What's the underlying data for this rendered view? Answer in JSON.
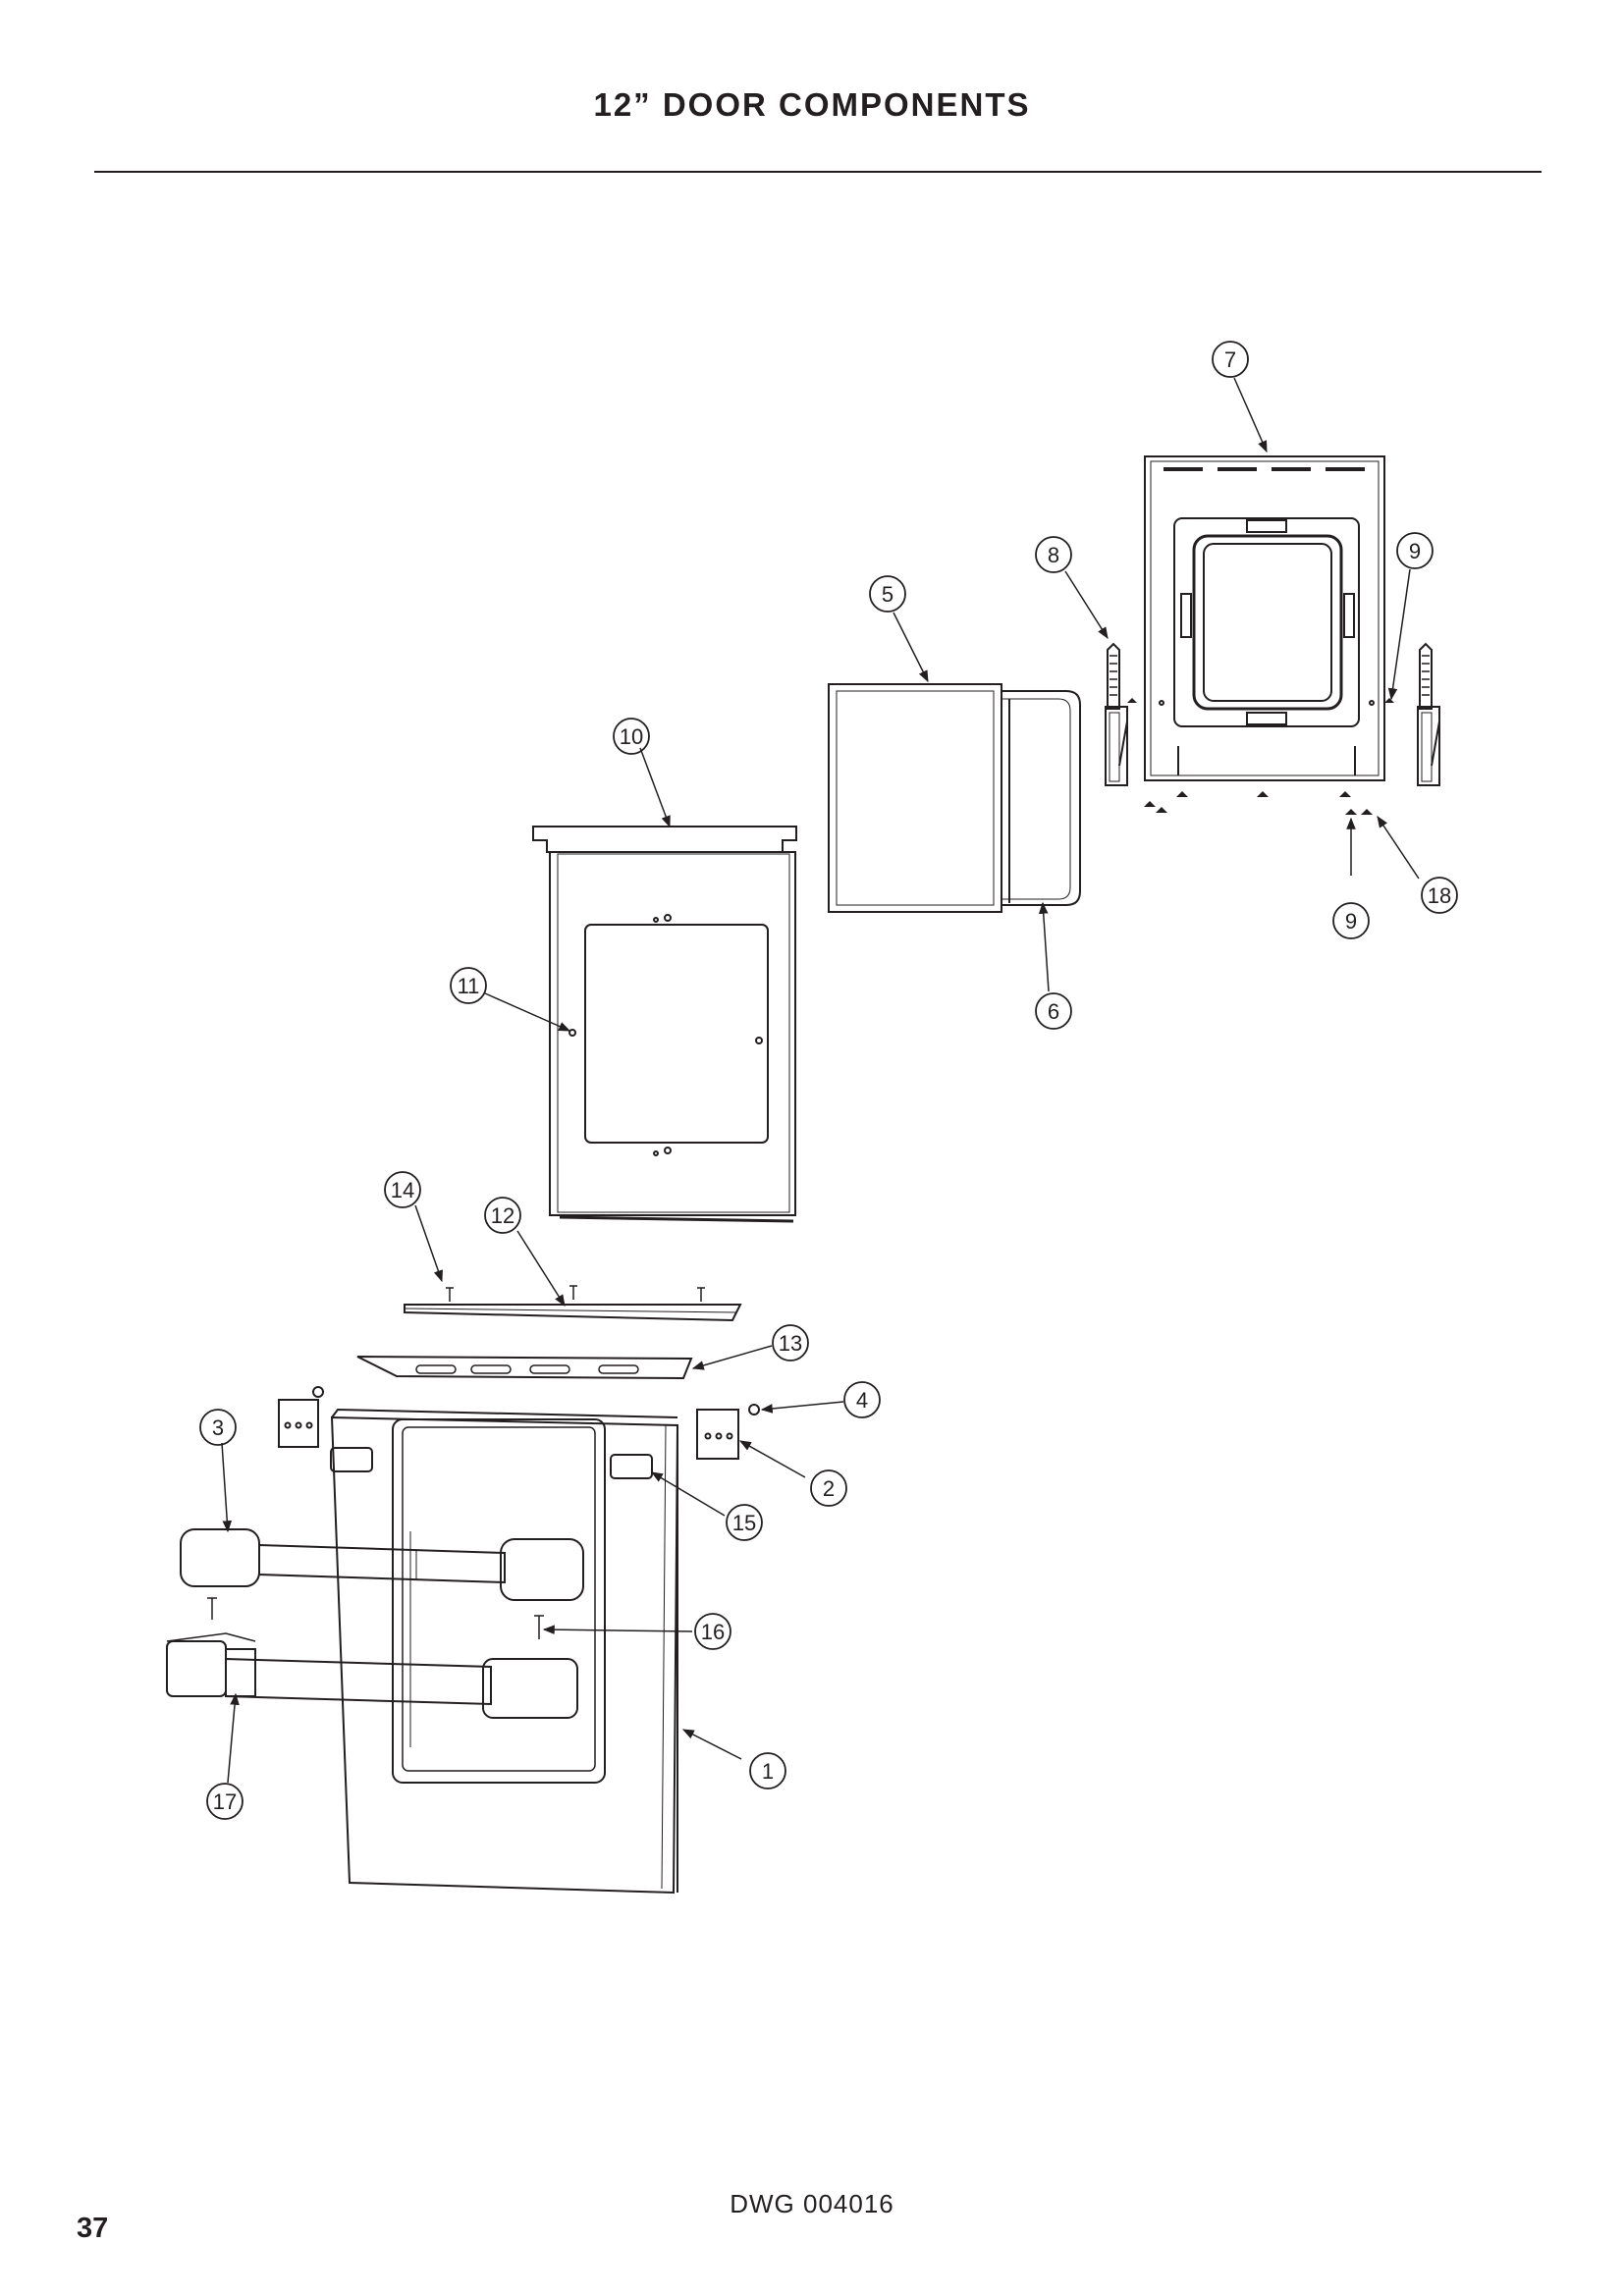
{
  "header": {
    "title": "12” DOOR COMPONENTS"
  },
  "footer": {
    "drawing_number": "DWG 004016",
    "page_number": "37"
  },
  "callouts": {
    "c1": "1",
    "c2": "2",
    "c3": "3",
    "c4": "4",
    "c5": "5",
    "c6": "6",
    "c7": "7",
    "c8": "8",
    "c9a": "9",
    "c9b": "9",
    "c10": "10",
    "c11": "11",
    "c12": "12",
    "c13": "13",
    "c14": "14",
    "c15": "15",
    "c16": "16",
    "c17": "17",
    "c18": "18"
  }
}
